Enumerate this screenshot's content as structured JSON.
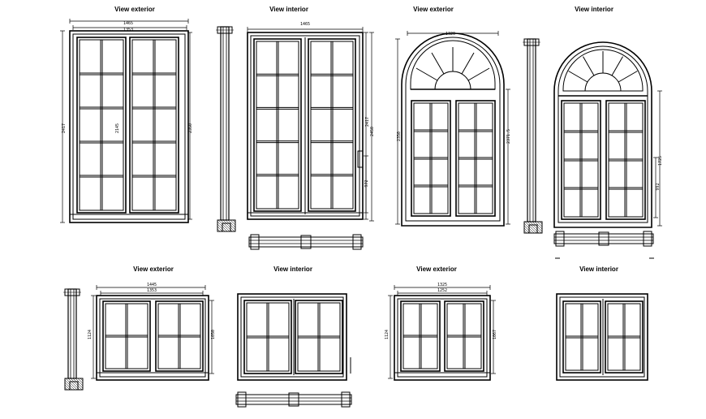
{
  "titles": [
    "View exterior",
    "View interior",
    "View exterior",
    "View interior",
    "View exterior",
    "View interior",
    "View exterior",
    "View interior"
  ],
  "dimensions": {
    "w1_overall_width": "1465",
    "w1_inner_width": "1353",
    "w1_overall_height": "2417",
    "w1_leaf_height": "2145",
    "w1_frame_height": "2350",
    "w2_overall_width": "1465",
    "w2_overall_height": "2417",
    "w2_frame_height": "2450",
    "w2_handle_height": "972",
    "w3_overall_width": "1320",
    "w3_overall_height": "2350",
    "w3_frame_height": "2371.5",
    "w4_frame_height": "1725",
    "w4_handle_height": "992",
    "w5_overall_width": "1445",
    "w5_inner_width": "1353",
    "w5_height": "1124",
    "w5_frame_height": "1050",
    "w6_overall_width": "1325",
    "w6_inner_width": "1252",
    "w6_height": "1124",
    "w6_frame_height": "1067"
  }
}
